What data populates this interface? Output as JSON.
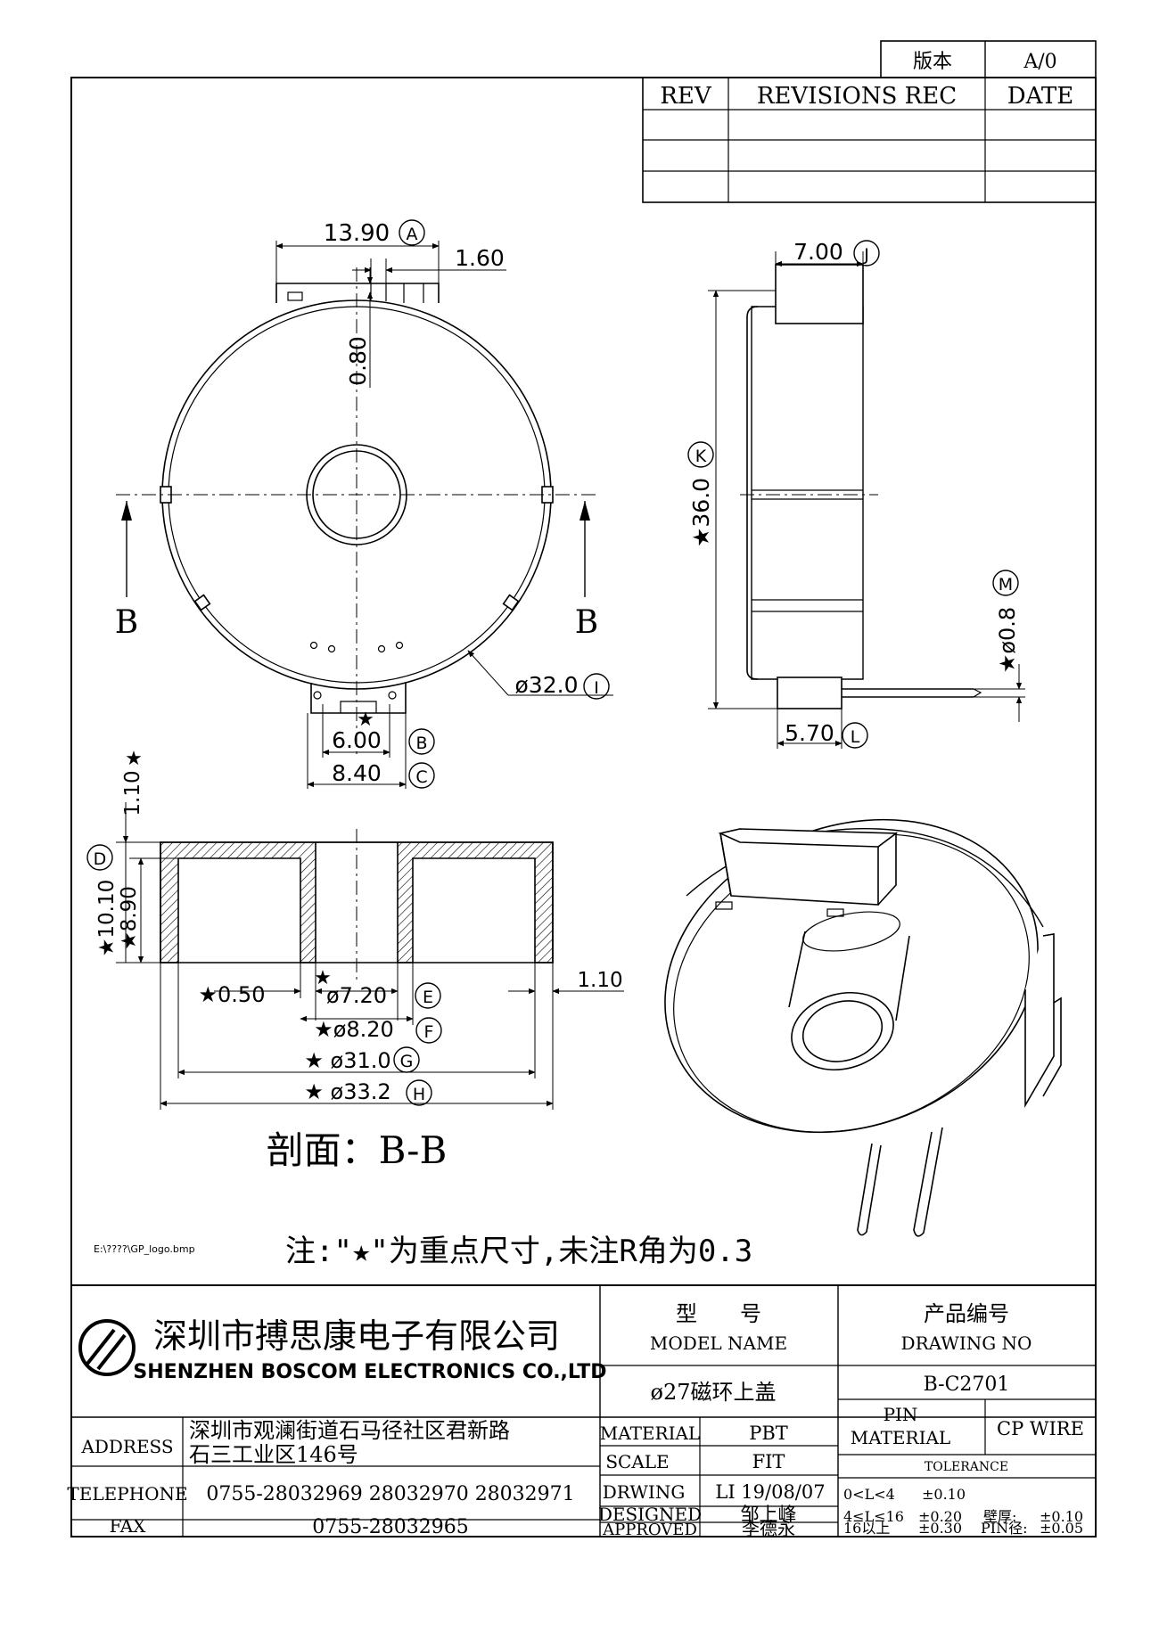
{
  "version_box": {
    "label": "版本",
    "value": "A/0"
  },
  "revisions": {
    "col_rev": "REV",
    "col_rec": "REVISIONS REC",
    "col_date": "DATE"
  },
  "front_view": {
    "dim_width": "13.90",
    "dim_width_tag": "A",
    "dim_slot": "1.60",
    "dim_thickness": "0.80",
    "dim_diameter": "ø32.0",
    "dim_diameter_tag": "I",
    "dim_pin_inner": "6.00",
    "dim_pin_inner_tag": "B",
    "dim_pin_outer": "8.40",
    "dim_pin_outer_tag": "C",
    "section_mark_left": "B",
    "section_mark_right": "B",
    "star": "★"
  },
  "side_view": {
    "dim_top": "7.00",
    "dim_top_tag": "J",
    "dim_height": "★36.0",
    "dim_height_tag": "K",
    "dim_pin_dia": "★ø0.8",
    "dim_pin_dia_tag": "M",
    "dim_bottom": "5.70",
    "dim_bottom_tag": "L"
  },
  "section_view": {
    "dim_top_wall": "1.10",
    "dim_top_star": "★",
    "dim_overall_h": "★10.10",
    "dim_overall_h_tag": "D",
    "dim_inner_h": "★8.90",
    "dim_wall": "★0.50",
    "dim_bore": "ø7.20",
    "dim_bore_star": "★",
    "dim_bore_tag": "E",
    "dim_tube": "★ø8.20",
    "dim_tube_tag": "F",
    "dim_inner_dia": "★ ø31.0",
    "dim_inner_dia_tag": "G",
    "dim_outer_dia": "★ ø33.2",
    "dim_outer_dia_tag": "H",
    "dim_side_wall": "1.10",
    "caption": "剖面：B-B"
  },
  "note": "注:\"★\"为重点尺寸,未注R角为0.3",
  "logo_path": "E:\\????\\GP_logo.bmp",
  "title_block": {
    "company_cn": "深圳市搏思康电子有限公司",
    "company_en": "SHENZHEN BOSCOM ELECTRONICS CO.,LTD",
    "model_label_cn": "型　　号",
    "model_label_en": "MODEL NAME",
    "drawing_label_cn": "产品编号",
    "drawing_label_en": "DRAWING NO",
    "model_value": "ø27磁环上盖",
    "drawing_value": "B-C2701",
    "address_label": "ADDRESS",
    "address_line1": "深圳市观澜街道石马径社区君新路",
    "address_line2": "石三工业区146号",
    "telephone_label": "TELEPHONE",
    "telephone_value": "0755-28032969 28032970 28032971",
    "fax_label": "FAX",
    "fax_value": "0755-28032965",
    "material_label": "MATERIAL",
    "material_value": "PBT",
    "scale_label": "SCALE",
    "scale_value": "FIT",
    "drwing_label": "DRWING",
    "drwing_value": "LI 19/08/07",
    "designed_label": "DESIGNED",
    "designed_value": "邹上峰",
    "approved_label": "APPROVED",
    "approved_value": "李德永",
    "pin_material_label1": "PIN",
    "pin_material_label2": "MATERIAL",
    "pin_material_value": "CP WIRE",
    "tolerance_label": "TOLERANCE",
    "tol1_range": "0<L<4",
    "tol1_value": "±0.10",
    "tol2_range": "4≤L≤16",
    "tol2_value": "±0.20",
    "tol2_extra_label": "壁厚:",
    "tol2_extra_value": "±0.10",
    "tol3_range": "16以上",
    "tol3_value": "±0.30",
    "tol3_extra_label": "PIN径:",
    "tol3_extra_value": "±0.05"
  }
}
